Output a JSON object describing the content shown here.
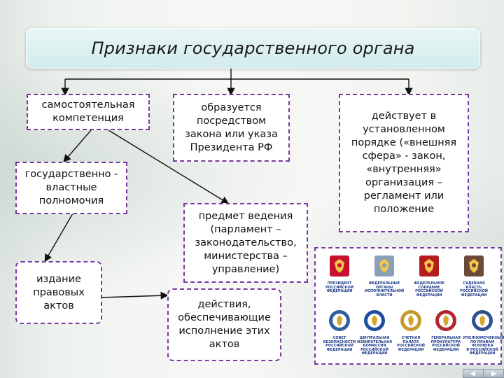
{
  "title": "Признаки государственного органа",
  "boxes": {
    "competence": "самостоятельная\nкомпетенция",
    "power": "государственно -\nвластные\nполномочия",
    "acts": "издание\nправовых\nактов",
    "formed": "образуется\nпосредством\nзакона или указа\nПрезидента РФ",
    "subject": "предмет ведения\n(парламент –\nзаконодательство,\nминистерства –\nуправление)",
    "actions": "действия,\nобеспечивающие\nисполнение этих\nактов",
    "procedure": "действует в\nустановленном\nпорядке («внешняя\nсфера» - закон,\n«внутренняя»\nорганизация –\nрегламент или\nположение"
  },
  "emblems": [
    {
      "caption": "Президент\nРоссийской\nФедерации",
      "icon": "coat-of-arms-icon",
      "color": "#c8102e"
    },
    {
      "caption": "Федеральные\nорганы\nисполнительной\nвласти",
      "icon": "building-icon",
      "color": "#8aa0b8"
    },
    {
      "caption": "Федеральное\nСобрание\nРоссийской\nФедерации",
      "icon": "double-eagle-icon",
      "color": "#b51c1c"
    },
    {
      "caption": "Судебная\nвласть\nРоссийской\nФедерации",
      "icon": "courthouse-icon",
      "color": "#6b4a3a"
    },
    {
      "caption": "Совет\nбезопасности\nРоссийской\nФедерации",
      "icon": "security-council-icon",
      "color": "#2f5f9e"
    },
    {
      "caption": "Центральная\nизбирательная\nкомиссия\nРоссийской\nФедерации",
      "icon": "election-commission-icon",
      "color": "#1f4e9c"
    },
    {
      "caption": "Счетная\nпалата\nРоссийской\nФедерации",
      "icon": "accounts-chamber-icon",
      "color": "#c59a2a"
    },
    {
      "caption": "Генеральная\nпрокуратура\nРоссийской\nФедерации",
      "icon": "prosecutor-icon",
      "color": "#b3262e"
    },
    {
      "caption": "Уполномоченный\nпо правам\nчеловека\nв Российской\nФедерации",
      "icon": "ombudsman-icon",
      "color": "#2f4f8a"
    }
  ],
  "colors": {
    "box_border": "#7a3aa0",
    "title_bg": "#d7eeee",
    "lines": "#111111"
  }
}
